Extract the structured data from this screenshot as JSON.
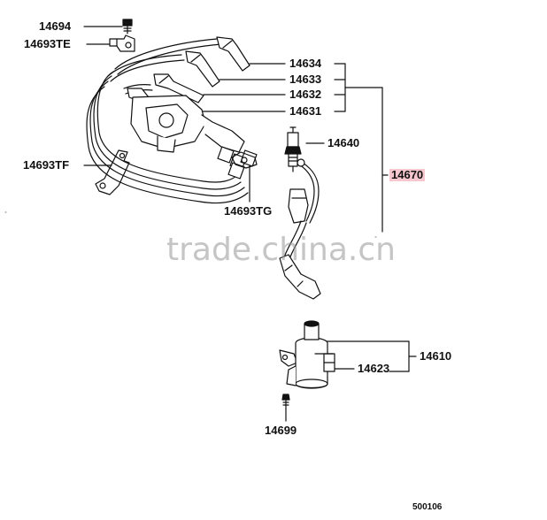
{
  "labels": {
    "p14694": "14694",
    "p14693te": "14693TE",
    "p14634": "14634",
    "p14633": "14633",
    "p14632": "14632",
    "p14631": "14631",
    "p14640": "14640",
    "p14670": "14670",
    "p14693tf": "14693TF",
    "p14693tg": "14693TG",
    "p14610": "14610",
    "p14623": "14623",
    "p14699": "14699"
  },
  "watermark": "trade.china.cn",
  "diagram_code": "500106",
  "colors": {
    "highlight": "#f6c7cf",
    "ink": "#111111",
    "watermark": "#969696"
  }
}
